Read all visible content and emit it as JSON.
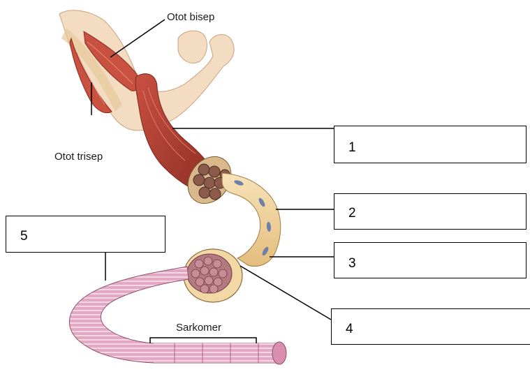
{
  "labels": {
    "biceps": "Otot bisep",
    "triceps": "Otot trisep",
    "sarcomere": "Sarkomer"
  },
  "answer_boxes": [
    {
      "number": "1"
    },
    {
      "number": "2"
    },
    {
      "number": "3"
    },
    {
      "number": "4"
    },
    {
      "number": "5"
    }
  ],
  "colors": {
    "muscle_red": "#b9473a",
    "fascicle_tan": "#f2d8a4",
    "myofibril_pink": "#d98fb0",
    "skin": "#f3dcc2",
    "nucleus_blue": "#6f7fa8"
  }
}
